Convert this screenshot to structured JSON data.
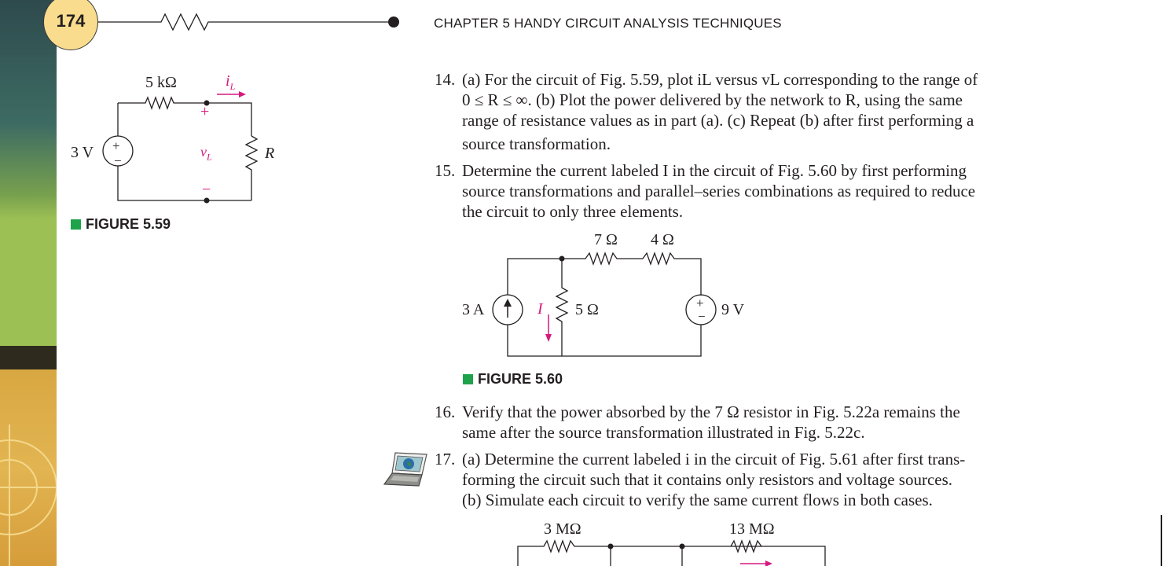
{
  "header": {
    "page_number": "174",
    "chapter_title": "CHAPTER 5  HANDY CIRCUIT ANALYSIS TECHNIQUES"
  },
  "figure_5_59": {
    "caption": "FIGURE 5.59",
    "labels": {
      "resistor_top": "5 kΩ",
      "current": "i",
      "current_sub": "L",
      "source": "3 V",
      "plus": "+",
      "minus": "−",
      "voltage": "v",
      "voltage_sub": "L",
      "load": "R"
    }
  },
  "problems": [
    {
      "number": "14.",
      "lines": [
        "(a) For the circuit of Fig. 5.59, plot iL versus vL corresponding to the range of",
        "0 ≤ R ≤ ∞. (b) Plot the power delivered by the network to R, using the same",
        "range of resistance values as in part (a). (c) Repeat (b) after first performing a",
        "source transformation."
      ]
    },
    {
      "number": "15.",
      "lines": [
        "Determine the current labeled I in the circuit of Fig. 5.60 by first performing",
        "source transformations and parallel–series combinations as required to reduce",
        "the circuit to only three elements."
      ]
    },
    {
      "number": "16.",
      "lines": [
        "Verify that the power absorbed by the 7 Ω resistor in Fig. 5.22a remains the",
        "same after the source transformation illustrated in Fig. 5.22c."
      ]
    },
    {
      "number": "17.",
      "lines": [
        "(a) Determine the current labeled i in the circuit of Fig. 5.61 after first trans-",
        "forming the circuit such that it contains only resistors and voltage sources.",
        "(b) Simulate each circuit to verify the same current flows in both cases."
      ]
    }
  ],
  "figure_5_60": {
    "caption": "FIGURE 5.60",
    "labels": {
      "r1": "7 Ω",
      "r2": "4 Ω",
      "r3": "5 Ω",
      "current_source": "3 A",
      "voltage_source": "9 V",
      "current": "I",
      "plus": "+",
      "minus": "−"
    }
  },
  "figure_5_61": {
    "labels": {
      "r1": "3 MΩ",
      "r2": "13 MΩ"
    }
  },
  "colors": {
    "accent_magenta": "#d6197f",
    "caption_green": "#1fa34a",
    "badge_yellow": "#f9dc8d"
  }
}
